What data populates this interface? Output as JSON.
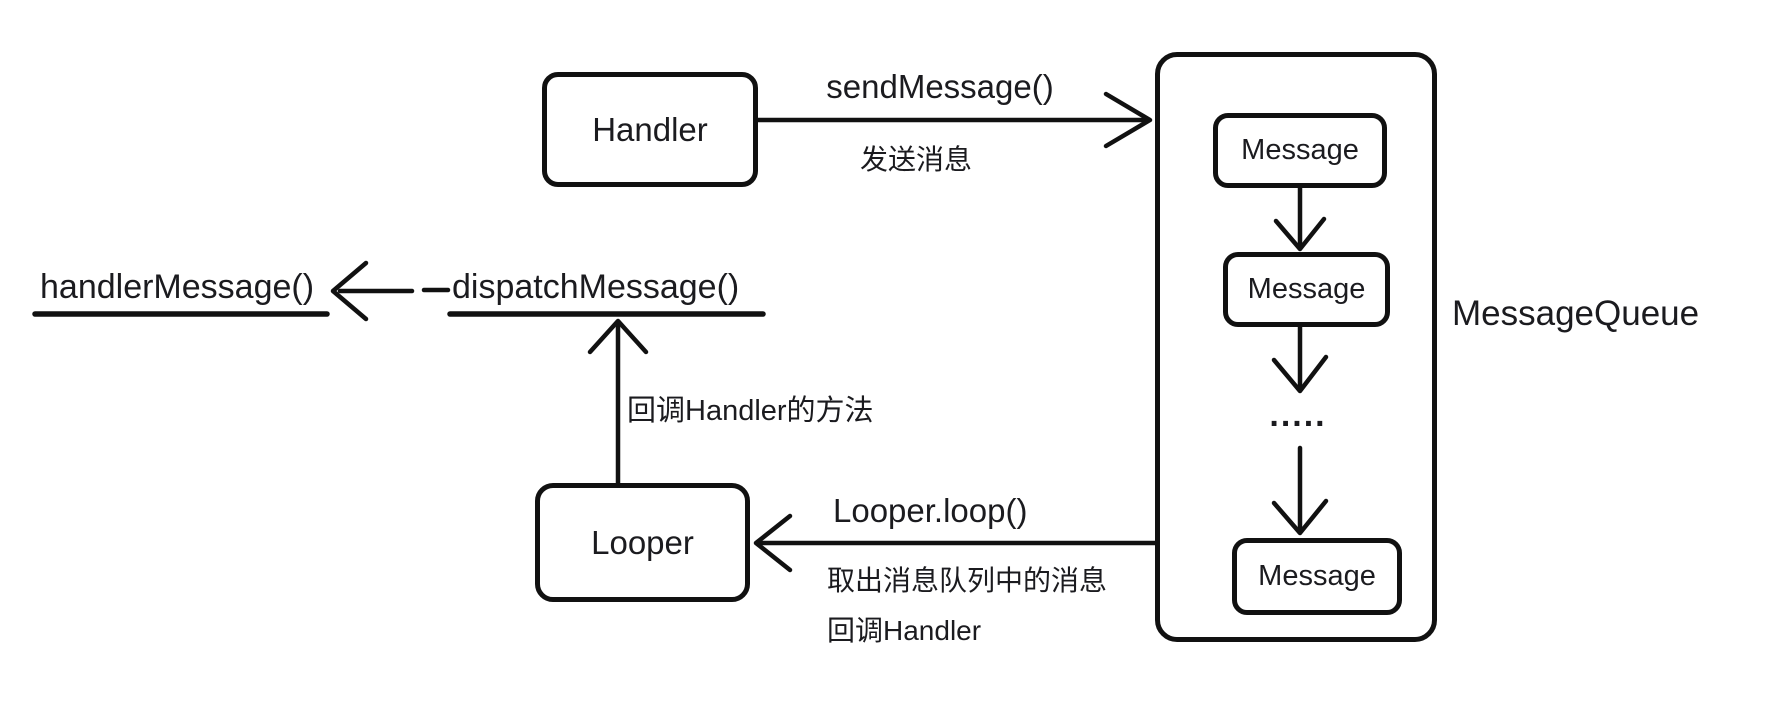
{
  "nodes": {
    "handler": "Handler",
    "looper": "Looper",
    "message_queue_label": "MessageQueue",
    "messages": [
      "Message",
      "Message",
      "Message"
    ],
    "ellipsis": "....."
  },
  "labels": {
    "send_method": "sendMessage()",
    "send_note": "发送消息",
    "handle_method": "handlerMessage()",
    "dispatch_method": "dispatchMessage()",
    "callback_note": "回调Handler的方法",
    "loop_method": "Looper.loop()",
    "loop_note1": "取出消息队列中的消息",
    "loop_note2": "回调Handler"
  },
  "colors": {
    "stroke": "#111111",
    "text": "#1b1b1f",
    "background": "#ffffff"
  }
}
